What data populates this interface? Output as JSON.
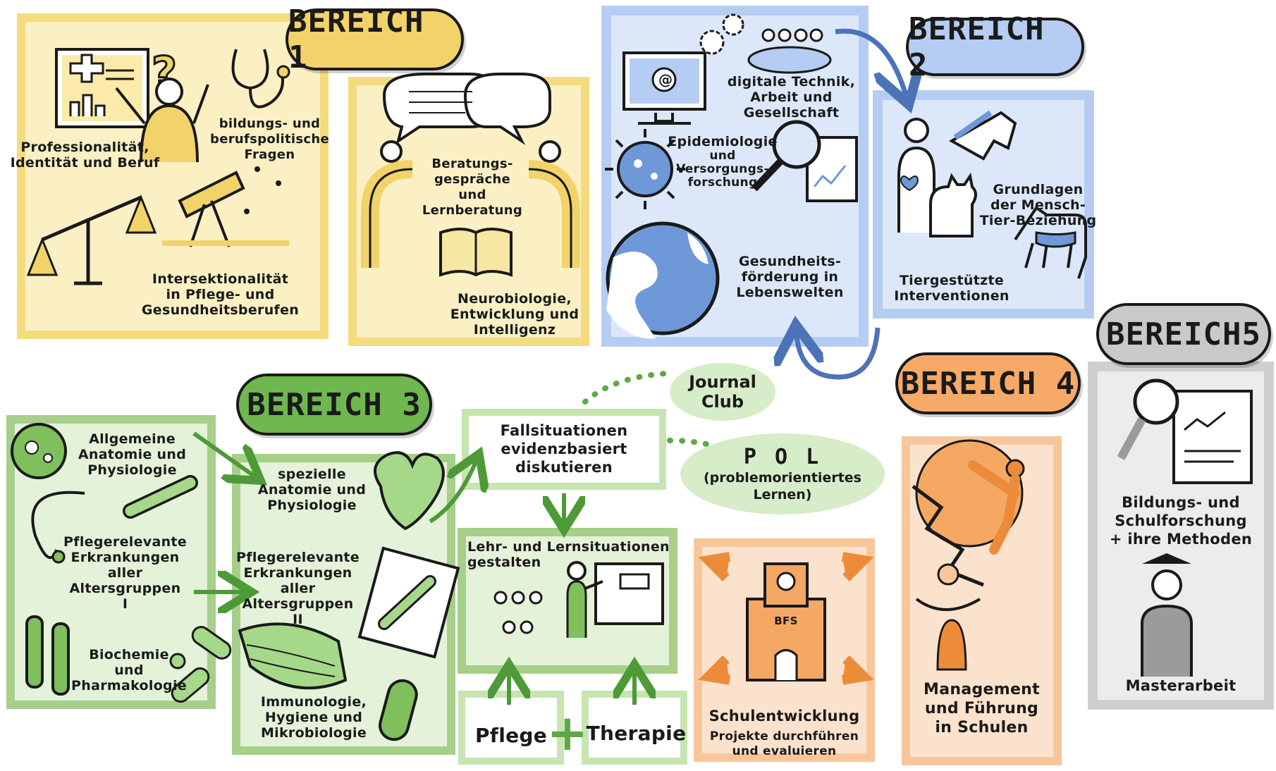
{
  "areas": {
    "b1": {
      "title": "BEREICH 1",
      "topics": {
        "professionalitaet": "Professionalität,\nIdentität und Beruf",
        "bildungsfragen": "bildungs- und\nberufspolitische\nFragen",
        "intersektionalitaet": "Intersektionalität\nin Pflege- und\nGesundheitsberufen",
        "beratung": "Beratungs-\ngespräche\nund\nLernberatung",
        "neurobiologie": "Neurobiologie,\nEntwicklung und\nIntelligenz"
      }
    },
    "b2": {
      "title": "BEREICH 2",
      "topics": {
        "digitale_technik": "digitale Technik,\nArbeit und\nGesellschaft",
        "epidemiologie": "Epidemiologie",
        "versorgungsforschung": "und\nVersorgungs-\nforschung",
        "gesundheitsfoerderung": "Gesundheits-\nförderung in\nLebenswelten",
        "mensch_tier": "Grundlagen\nder Mensch-\nTier-Beziehung",
        "tiergestuetzt": "Tiergestützte\nInterventionen"
      }
    },
    "b3": {
      "title": "BEREICH 3",
      "topics": {
        "allg_anatomie": "Allgemeine\nAnatomie und\nPhysiologie",
        "erkrankungen_1": "Pflegerelevante\nErkrankungen\naller\nAltersgruppen\nI",
        "biochemie": "Biochemie\nund\nPharmakologie",
        "spez_anatomie": "spezielle\nAnatomie und\nPhysiologie",
        "erkrankungen_2": "Pflegerelevante\nErkrankungen\naller\nAltersgruppen\nII",
        "immunologie": "Immunologie,\nHygiene und\nMikrobiologie",
        "fallsituationen": "Fallsituationen\nevidenzbasiert\ndiskutieren",
        "lehr_lern": "Lehr- und Lernsituationen\ngestalten",
        "journal_club": "Journal\nClub",
        "pol_title": "P O L",
        "pol_sub": "(problemorientiertes\nLernen)",
        "pflege": "Pflege",
        "therapie": "Therapie",
        "plus": "+"
      }
    },
    "b4": {
      "title": "BEREICH 4",
      "topics": {
        "schulentwicklung": "Schulentwicklung",
        "projekte": "Projekte durchführen\nund evaluieren",
        "bfs_sign": "BFS",
        "management": "Management\nund Führung\nin Schulen"
      }
    },
    "b5": {
      "title": "BEREICH5",
      "topics": {
        "bildungsforschung": "Bildungs- und\nSchulforschung\n+ ihre Methoden",
        "masterarbeit": "Masterarbeit"
      }
    }
  },
  "icons": [
    "clipboard-chart-icon",
    "question-mark-icon",
    "stethoscope-icon",
    "scales-icon",
    "telescope-icon",
    "speech-bubbles-icon",
    "open-book-icon",
    "computer-at-icon",
    "gears-icon",
    "group-people-icon",
    "virus-icon",
    "magnifier-report-icon",
    "globe-icon",
    "person-heart-icon",
    "horse-icon",
    "cat-icon",
    "dog-icon",
    "germ-face-icon",
    "bone-icon",
    "test-tubes-icon",
    "pills-icon",
    "heart-icon",
    "broken-bone-icon",
    "face-mask-icon",
    "bacterium-icon",
    "teacher-board-icon",
    "school-building-icon",
    "climbing-figure-icon",
    "lightbulb-figure-icon",
    "research-document-icon",
    "graduate-icon"
  ],
  "colors": {
    "yellow": "#f6e7a3",
    "yellow_dark": "#f2d36a",
    "blue": "#b5cdf2",
    "blue_dark": "#6f98d8",
    "green": "#a6cf8a",
    "green_dark": "#5ea846",
    "green_light": "#d7ecc8",
    "orange": "#f7c79b",
    "orange_dark": "#ec8c3a",
    "grey": "#cfcfcf",
    "grey_dark": "#9b9b9b",
    "ink": "#1a1a1a"
  }
}
